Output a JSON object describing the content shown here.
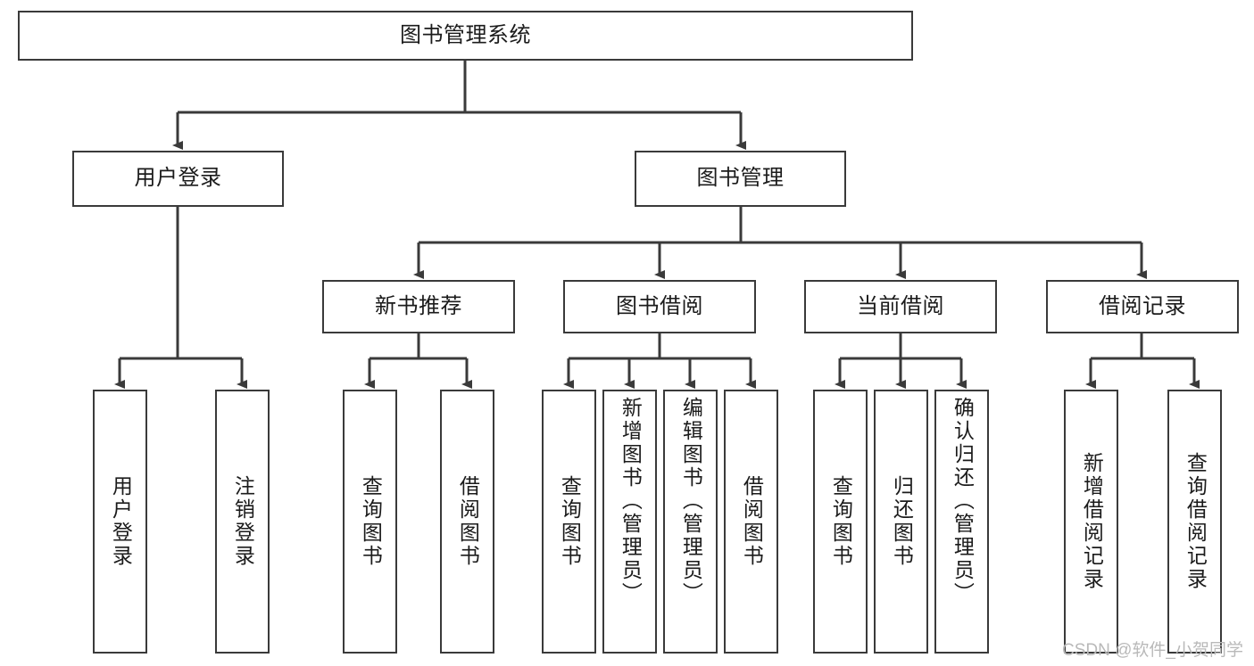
{
  "diagram": {
    "type": "tree-hierarchy",
    "title": "图书管理系统",
    "watermark": "CSDN @软件_小贺同学",
    "colors": {
      "box_border": "#3a3a3a",
      "box_fill": "#ffffff",
      "connector": "#3a3a3a",
      "text": "#1b1b1b",
      "watermark": "#b9b9b9"
    },
    "root": {
      "label": "图书管理系统",
      "orientation": "horizontal"
    },
    "level2": [
      {
        "label": "用户登录",
        "orientation": "horizontal"
      },
      {
        "label": "图书管理",
        "orientation": "horizontal"
      }
    ],
    "level3": [
      {
        "label": "新书推荐",
        "orientation": "horizontal"
      },
      {
        "label": "图书借阅",
        "orientation": "horizontal"
      },
      {
        "label": "当前借阅",
        "orientation": "horizontal"
      },
      {
        "label": "借阅记录",
        "orientation": "horizontal"
      }
    ],
    "leaves": {
      "user_login": [
        {
          "label": "用户登录",
          "orientation": "vertical"
        },
        {
          "label": "注销登录",
          "orientation": "vertical"
        }
      ],
      "new_book_recommend": [
        {
          "label": "查询图书",
          "orientation": "vertical"
        },
        {
          "label": "借阅图书",
          "orientation": "vertical"
        }
      ],
      "book_borrow": [
        {
          "label": "查询图书",
          "orientation": "vertical"
        },
        {
          "label": "新增图书（管理员）",
          "orientation": "vertical"
        },
        {
          "label": "编辑图书（管理员）",
          "orientation": "vertical"
        },
        {
          "label": "借阅图书",
          "orientation": "vertical"
        }
      ],
      "current_borrow": [
        {
          "label": "查询图书",
          "orientation": "vertical"
        },
        {
          "label": "归还图书",
          "orientation": "vertical"
        },
        {
          "label": "确认归还（管理员）",
          "orientation": "vertical"
        }
      ],
      "borrow_record": [
        {
          "label": "新增借阅记录",
          "orientation": "vertical"
        },
        {
          "label": "查询借阅记录",
          "orientation": "vertical"
        }
      ]
    }
  }
}
